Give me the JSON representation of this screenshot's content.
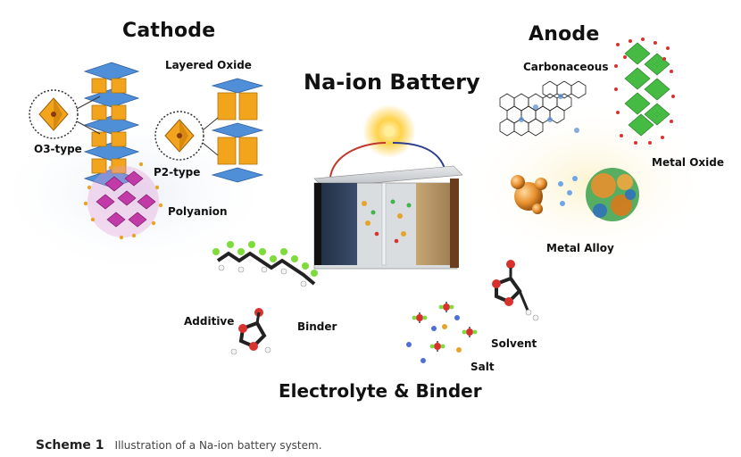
{
  "labels": {
    "cathode": "Cathode",
    "anode": "Anode",
    "battery": "Na-ion Battery",
    "layered_oxide": "Layered Oxide",
    "o3_type": "O3-type",
    "p2_type": "P2-type",
    "polyanion": "Polyanion",
    "carbonaceous": "Carbonaceous",
    "metal_oxide": "Metal Oxide",
    "metal_alloy": "Metal Alloy",
    "additive": "Additive",
    "binder": "Binder",
    "solvent": "Solvent",
    "salt": "Salt",
    "electrolyte_binder": "Electrolyte & Binder"
  },
  "caption": {
    "scheme": "Scheme 1",
    "text": "Illustration of a Na-ion battery system."
  },
  "colors": {
    "octa_orange": "#f2a51c",
    "octa_blue": "#4f8fd8",
    "polyanion_magenta": "#c23aa8",
    "metal_oxide_green": "#3cb83a",
    "metal_oxide_red": "#d8322e",
    "cell_case": "#3b3b3b",
    "electrolyte_gray": "#d9dde0",
    "anode_sand": "#b99a6a",
    "cathode_dark": "#2d3d56"
  }
}
